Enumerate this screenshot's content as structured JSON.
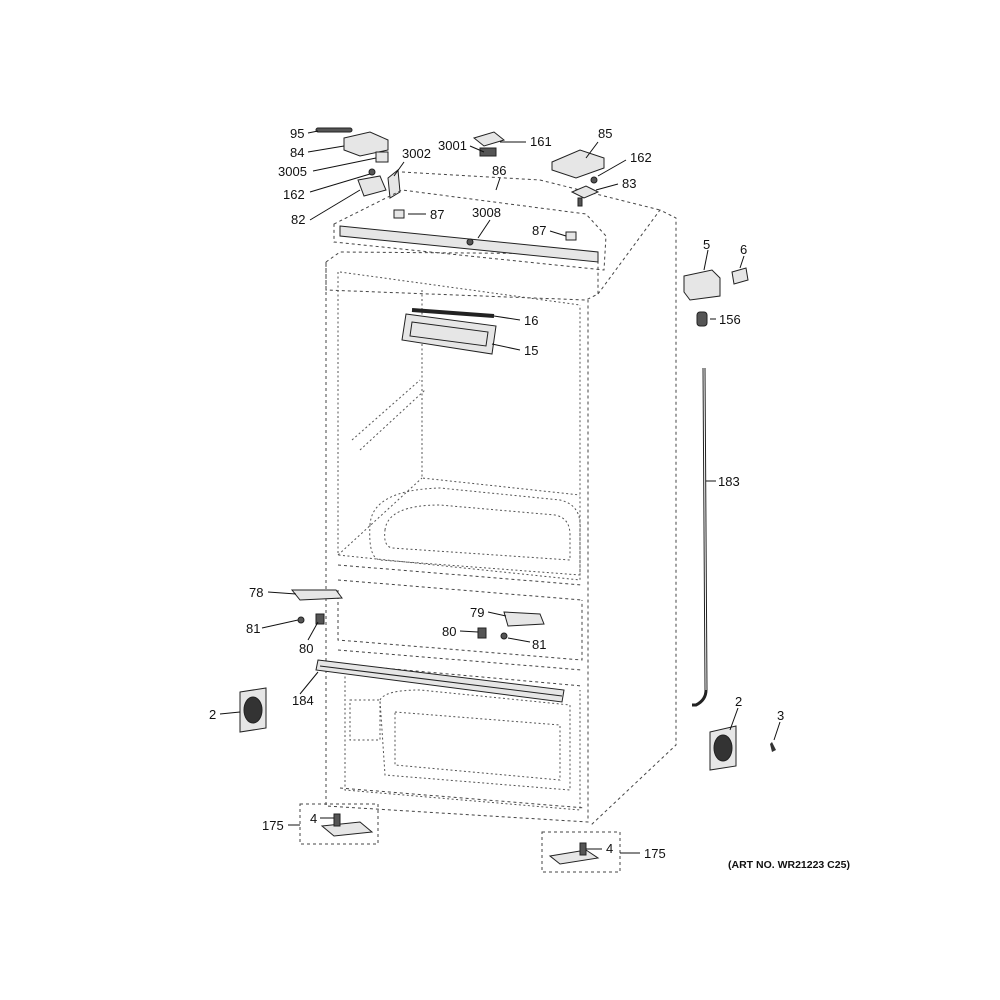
{
  "art_number": "(ART NO. WR21223 C25)",
  "callouts": {
    "c95": "95",
    "c84": "84",
    "c3005": "3005",
    "c162a": "162",
    "c82": "82",
    "c3002": "3002",
    "c3001": "3001",
    "c161": "161",
    "c85": "85",
    "c162b": "162",
    "c83": "83",
    "c86": "86",
    "c3008": "3008",
    "c87a": "87",
    "c87b": "87",
    "c5": "5",
    "c6": "6",
    "c156": "156",
    "c16": "16",
    "c15": "15",
    "c183": "183",
    "c78": "78",
    "c81a": "81",
    "c80a": "80",
    "c79": "79",
    "c80b": "80",
    "c81b": "81",
    "c184": "184",
    "c2a": "2",
    "c2b": "2",
    "c3": "3",
    "c175a": "175",
    "c4a": "4",
    "c4b": "4",
    "c175b": "175"
  }
}
